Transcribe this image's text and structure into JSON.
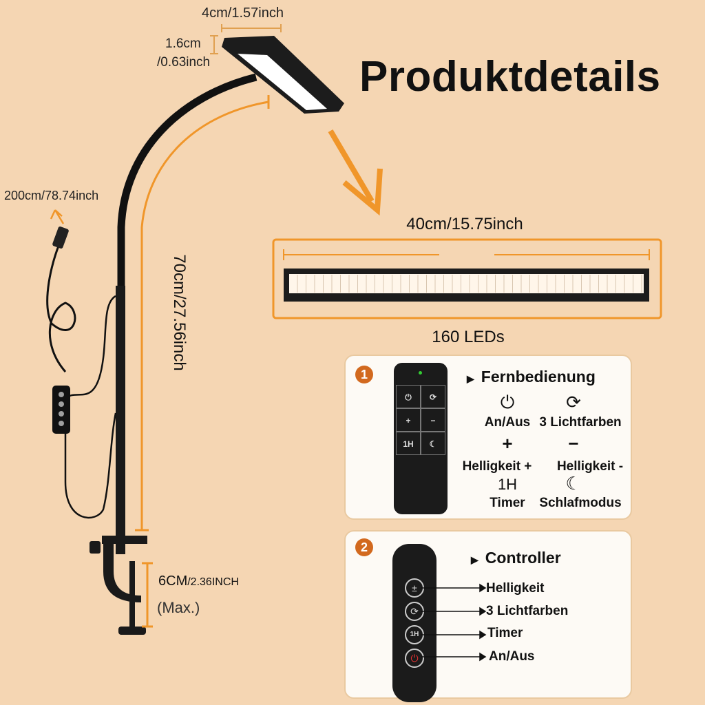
{
  "title": "Produktdetails",
  "dimensions": {
    "head_width": "4cm/1.57inch",
    "head_height_cm": "1.6cm",
    "head_height_inch": "/0.63inch",
    "cable_length": "200cm/78.74inch",
    "arm_length": "70cm/27.56inch",
    "clamp_cm": "6CM",
    "clamp_inch": "/2.36INCH",
    "clamp_max": "(Max.)",
    "bar_length": "40cm/15.75inch",
    "led_count": "160 LEDs"
  },
  "remote_panel": {
    "number": "1",
    "heading": "Fernbedienung",
    "remote_buttons": [
      "1H"
    ],
    "items": [
      {
        "icon": "power-icon",
        "label": "An/Aus"
      },
      {
        "icon": "cycle-icon",
        "label": "3 Lichtfarben"
      },
      {
        "icon": "plus-icon",
        "label": "Helligkeit +"
      },
      {
        "icon": "minus-icon",
        "label": "Helligkeit -"
      },
      {
        "icon_text": "1H",
        "label": "Timer"
      },
      {
        "icon": "moon-icon",
        "label": "Schlafmodus"
      }
    ]
  },
  "controller_panel": {
    "number": "2",
    "heading": "Controller",
    "items": [
      "Helligkeit",
      "3 Lichtfarben",
      "Timer",
      "An/Aus"
    ],
    "button_text": "1H"
  },
  "colors": {
    "accent": "#f0962a",
    "background": "#f5d6b3",
    "badge": "#d2691e"
  }
}
